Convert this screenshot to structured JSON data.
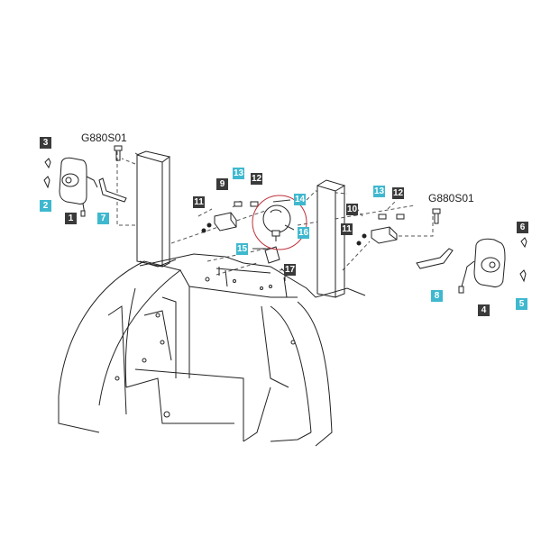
{
  "diagram": {
    "code_labels": {
      "left": "G880S01",
      "right": "G880S01"
    },
    "callouts": {
      "c1": "1",
      "c2": "2",
      "c3": "3",
      "c4": "4",
      "c5": "5",
      "c6": "6",
      "c7": "7",
      "c8": "8",
      "c9": "9",
      "c10": "10",
      "c11a": "11",
      "c11b": "11",
      "c12a": "12",
      "c12b": "12",
      "c13a": "13",
      "c13b": "13",
      "c14": "14",
      "c15": "15",
      "c16": "16",
      "c17": "17"
    },
    "colors": {
      "dark_callout": "#3a3a3a",
      "highlight_callout": "#3fb8cf",
      "highlight_circle": "#c0303a",
      "line": "#222222"
    }
  }
}
